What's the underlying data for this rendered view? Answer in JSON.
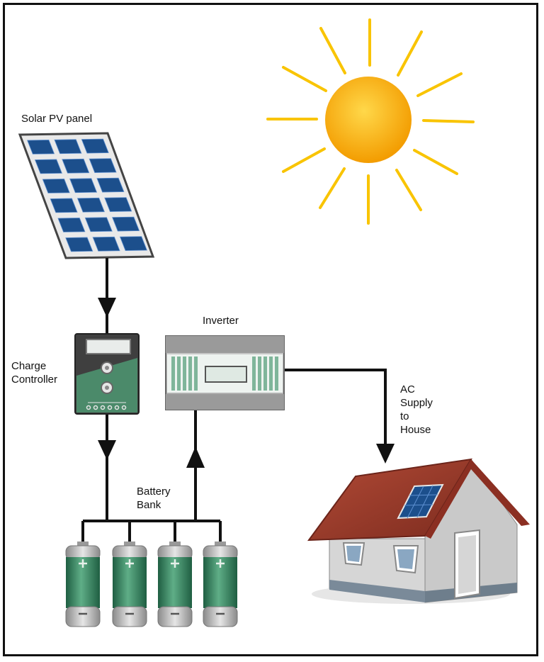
{
  "labels": {
    "solar_panel": "Solar PV panel",
    "charge_controller": "Charge\nController",
    "inverter": "Inverter",
    "battery_bank": "Battery\nBank",
    "ac_supply": "AC\nSupply\nto\nHouse"
  },
  "colors": {
    "sun_core": "#f7b500",
    "sun_ray": "#f9c400",
    "panel_cell": "#1c4f8c",
    "controller_green": "#4b8a6a",
    "inverter_stripe": "#7fb59a",
    "battery_green": "#2e7d5a",
    "roof_red": "#9b3a2a",
    "wall_grey": "#dcdcdc",
    "arrow_black": "#111111"
  },
  "icons": [
    "sun-icon",
    "solar-panel-icon",
    "charge-controller-icon",
    "inverter-icon",
    "battery-icon",
    "house-icon",
    "arrow-icon"
  ]
}
